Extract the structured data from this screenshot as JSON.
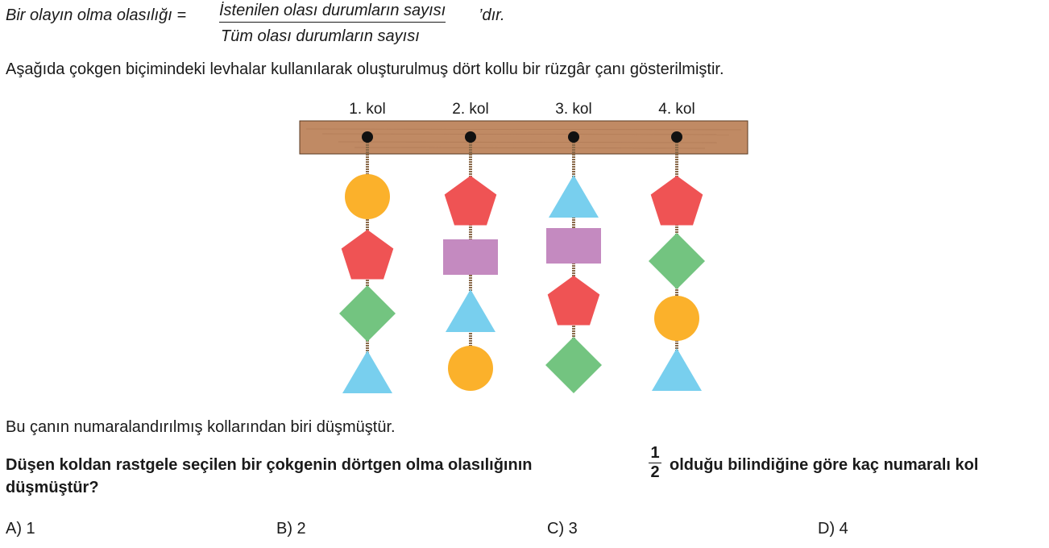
{
  "definition": {
    "lhs": "Bir olayın olma olasılığı =",
    "numerator": "İstenilen olası durumların sayısı",
    "denominator": "Tüm olası durumların sayısı",
    "suffix": "’dır."
  },
  "intro": "Aşağıda çokgen biçimindeki levhalar kullanılarak oluşturulmuş dört kollu bir rüzgâr çanı gösterilmiştir.",
  "figure": {
    "colors": {
      "wood": "#c08a64",
      "wood_line": "#a8724e",
      "rope": "#8a6a4a",
      "circle": "#fbb12b",
      "pentagon": "#ef5354",
      "square": "#c48ac0",
      "triangle": "#78cfee",
      "diamond": "#73c480"
    },
    "arms": [
      {
        "label": "1. kol",
        "shapes": [
          "circle",
          "pentagon",
          "diamond",
          "triangle"
        ]
      },
      {
        "label": "2. kol",
        "shapes": [
          "pentagon",
          "square",
          "triangle",
          "circle"
        ]
      },
      {
        "label": "3. kol",
        "shapes": [
          "triangle",
          "square",
          "pentagon",
          "diamond"
        ]
      },
      {
        "label": "4. kol",
        "shapes": [
          "pentagon",
          "diamond",
          "circle",
          "triangle"
        ]
      }
    ]
  },
  "statement": "Bu çanın numaralandırılmış kollarından biri düşmüştür.",
  "question": {
    "part1": "Düşen koldan rastgele seçilen bir çokgenin dörtgen olma olasılığının",
    "frac_num": "1",
    "frac_den": "2",
    "part2": "olduğu bilindiğine göre kaç numaralı kol",
    "part3": "düşmüştür?"
  },
  "options": [
    "A) 1",
    "B) 2",
    "C) 3",
    "D) 4"
  ]
}
